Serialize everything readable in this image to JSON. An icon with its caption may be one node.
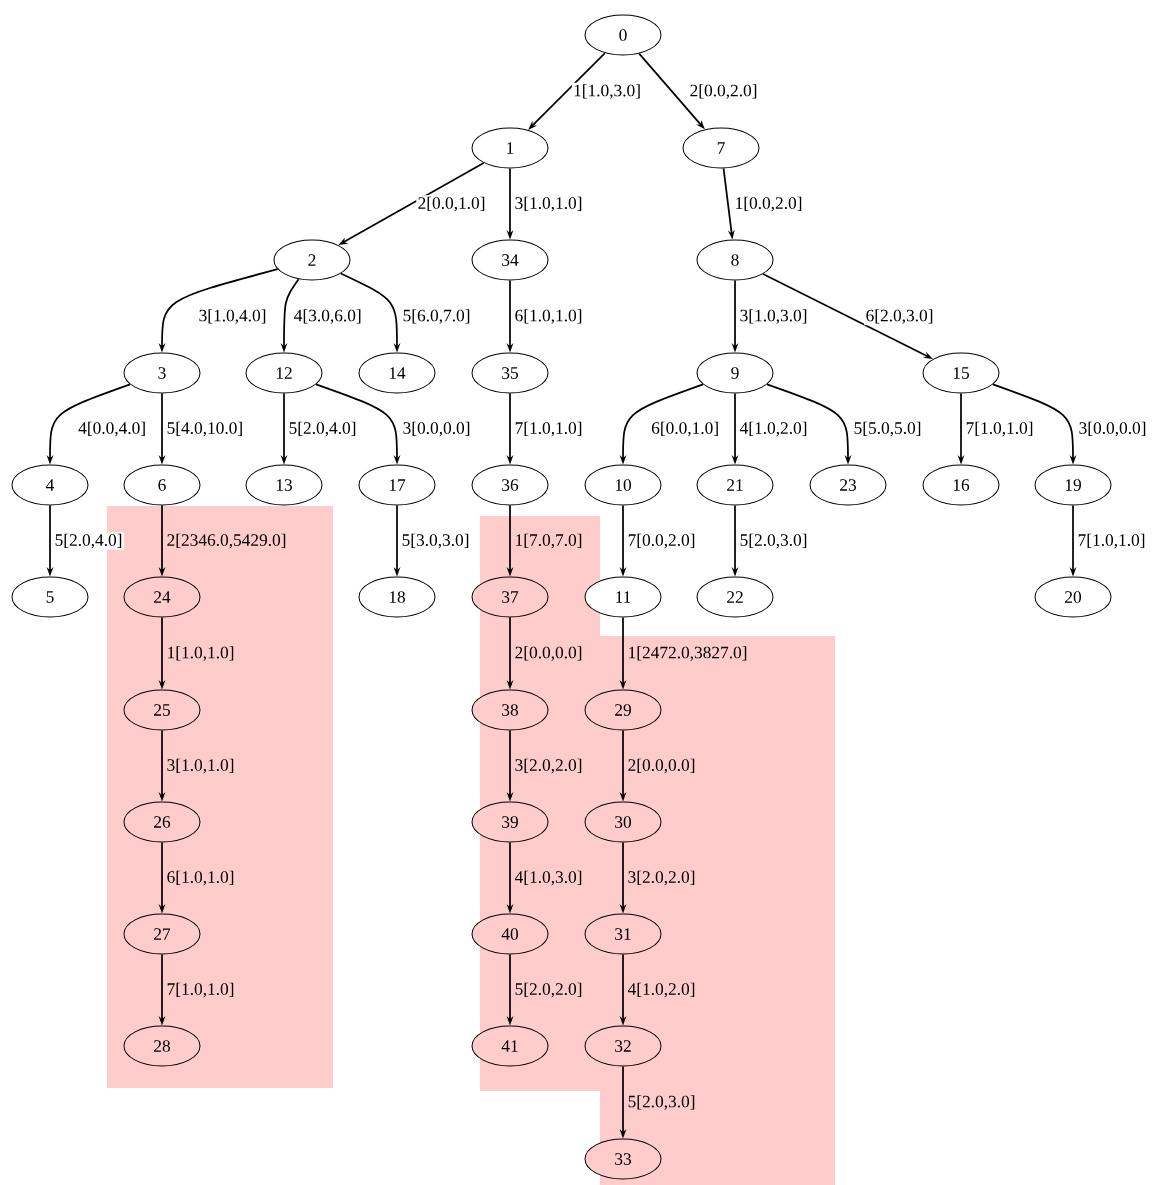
{
  "diagram": {
    "nodes": [
      {
        "text": [],
        "shape": "box"
      },
      {
        "text": [],
        "shape": "box"
      },
      {
        "text": [],
        "shape": "box"
      },
      {
        "text": [
          "0"
        ]
      },
      {
        "text": [
          "1"
        ]
      },
      {
        "text": [
          "2"
        ]
      },
      {
        "text": [
          "3"
        ]
      },
      {
        "text": [
          "4"
        ]
      },
      {
        "text": [
          "5"
        ]
      },
      {
        "text": [
          "6"
        ]
      },
      {
        "text": [
          "7"
        ]
      },
      {
        "text": [
          "8"
        ]
      },
      {
        "text": [
          "9"
        ]
      },
      {
        "text": [
          "10"
        ]
      },
      {
        "text": [
          "11"
        ]
      },
      {
        "text": [
          "12"
        ]
      },
      {
        "text": [
          "13"
        ]
      },
      {
        "text": [
          "14"
        ]
      },
      {
        "text": [
          "15"
        ]
      },
      {
        "text": [
          "16"
        ]
      },
      {
        "text": [
          "17"
        ]
      },
      {
        "text": [
          "18"
        ]
      },
      {
        "text": [
          "19"
        ]
      },
      {
        "text": [
          "20"
        ]
      },
      {
        "text": [
          "21"
        ]
      },
      {
        "text": [
          "22"
        ]
      },
      {
        "text": [
          "23"
        ]
      },
      {
        "text": [
          "24"
        ],
        "in": 0
      },
      {
        "text": [
          "25"
        ],
        "in": 0
      },
      {
        "text": [
          "26"
        ],
        "in": 0
      },
      {
        "text": [
          "27"
        ],
        "in": 0
      },
      {
        "text": [
          "28"
        ],
        "in": 0
      },
      {
        "text": [
          "29"
        ],
        "in": 2
      },
      {
        "text": [
          "30"
        ],
        "in": 2
      },
      {
        "text": [
          "31"
        ],
        "in": 2
      },
      {
        "text": [
          "32"
        ],
        "in": 2
      },
      {
        "text": [
          "33"
        ],
        "in": 2
      },
      {
        "text": [
          "34"
        ]
      },
      {
        "text": [
          "35"
        ]
      },
      {
        "text": [
          "36"
        ]
      },
      {
        "text": [
          "37"
        ],
        "in": 1
      },
      {
        "text": [
          "38"
        ],
        "in": 1
      },
      {
        "text": [
          "39"
        ],
        "in": 1
      },
      {
        "text": [
          "40"
        ],
        "in": 1
      },
      {
        "text": [
          "41"
        ],
        "in": 1
      }
    ],
    "edges": [
      {
        "from": 3,
        "to": 4,
        "arrow": "to",
        "label": "1[1.0,3.0]"
      },
      {
        "from": 3,
        "to": 10,
        "arrow": "to",
        "label": "2[0.0,2.0]"
      },
      {
        "from": 4,
        "to": 5,
        "arrow": "to",
        "label": "2[0.0,1.0]"
      },
      {
        "from": 4,
        "to": 37,
        "arrow": "to",
        "label": "3[1.0,1.0]"
      },
      {
        "from": 10,
        "to": 11,
        "arrow": "to",
        "label": "1[0.0,2.0]"
      },
      {
        "from": 5,
        "to": 6,
        "arrow": "to",
        "label": "3[1.0,4.0]"
      },
      {
        "from": 5,
        "to": 15,
        "arrow": "to",
        "label": "4[3.0,6.0]"
      },
      {
        "from": 5,
        "to": 17,
        "arrow": "to",
        "label": "5[6.0,7.0]"
      },
      {
        "from": 37,
        "to": 38,
        "arrow": "to",
        "label": "6[1.0,1.0]"
      },
      {
        "from": 11,
        "to": 12,
        "arrow": "to",
        "label": "3[1.0,3.0]"
      },
      {
        "from": 11,
        "to": 18,
        "arrow": "to",
        "label": "6[2.0,3.0]"
      },
      {
        "from": 6,
        "to": 7,
        "arrow": "to",
        "label": "4[0.0,4.0]"
      },
      {
        "from": 6,
        "to": 9,
        "arrow": "to",
        "label": "5[4.0,10.0]"
      },
      {
        "from": 15,
        "to": 16,
        "arrow": "to",
        "label": "5[2.0,4.0]"
      },
      {
        "from": 15,
        "to": 20,
        "arrow": "to",
        "label": "3[0.0,0.0]"
      },
      {
        "from": 38,
        "to": 39,
        "arrow": "to",
        "label": "7[1.0,1.0]"
      },
      {
        "from": 12,
        "to": 13,
        "arrow": "to",
        "label": "6[0.0,1.0]"
      },
      {
        "from": 12,
        "to": 24,
        "arrow": "to",
        "label": "4[1.0,2.0]"
      },
      {
        "from": 12,
        "to": 26,
        "arrow": "to",
        "label": "5[5.0,5.0]"
      },
      {
        "from": 18,
        "to": 19,
        "arrow": "to",
        "label": "7[1.0,1.0]"
      },
      {
        "from": 18,
        "to": 22,
        "arrow": "to",
        "label": "3[0.0,0.0]"
      },
      {
        "from": 7,
        "to": 8,
        "arrow": "to",
        "label": "5[2.0,4.0]"
      },
      {
        "from": 9,
        "to": 27,
        "arrow": "to",
        "label": "2[2346.0,5429.0]"
      },
      {
        "from": 20,
        "to": 21,
        "arrow": "to",
        "label": "5[3.0,3.0]"
      },
      {
        "from": 39,
        "to": 40,
        "arrow": "to",
        "label": "1[7.0,7.0]"
      },
      {
        "from": 13,
        "to": 14,
        "arrow": "to",
        "label": "7[0.0,2.0]"
      },
      {
        "from": 24,
        "to": 25,
        "arrow": "to",
        "label": "5[2.0,3.0]"
      },
      {
        "from": 22,
        "to": 23,
        "arrow": "to",
        "label": "7[1.0,1.0]"
      },
      {
        "from": 27,
        "to": 28,
        "arrow": "to",
        "label": "1[1.0,1.0]"
      },
      {
        "from": 40,
        "to": 41,
        "arrow": "to",
        "label": "2[0.0,0.0]"
      },
      {
        "from": 14,
        "to": 32,
        "arrow": "to",
        "label": "1[2472.0,3827.0]"
      },
      {
        "from": 28,
        "to": 29,
        "arrow": "to",
        "label": "3[1.0,1.0]"
      },
      {
        "from": 41,
        "to": 42,
        "arrow": "to",
        "label": "3[2.0,2.0]"
      },
      {
        "from": 32,
        "to": 33,
        "arrow": "to",
        "label": "2[0.0,0.0]"
      },
      {
        "from": 29,
        "to": 30,
        "arrow": "to",
        "label": "6[1.0,1.0]"
      },
      {
        "from": 42,
        "to": 43,
        "arrow": "to",
        "label": "4[1.0,3.0]"
      },
      {
        "from": 33,
        "to": 34,
        "arrow": "to",
        "label": "3[2.0,2.0]"
      },
      {
        "from": 30,
        "to": 31,
        "arrow": "to",
        "label": "7[1.0,1.0]"
      },
      {
        "from": 43,
        "to": 44,
        "arrow": "to",
        "label": "5[2.0,2.0]"
      },
      {
        "from": 34,
        "to": 35,
        "arrow": "to",
        "label": "4[1.0,2.0]"
      },
      {
        "from": 35,
        "to": 36,
        "arrow": "to",
        "label": "5[2.0,3.0]"
      }
    ]
  }
}
